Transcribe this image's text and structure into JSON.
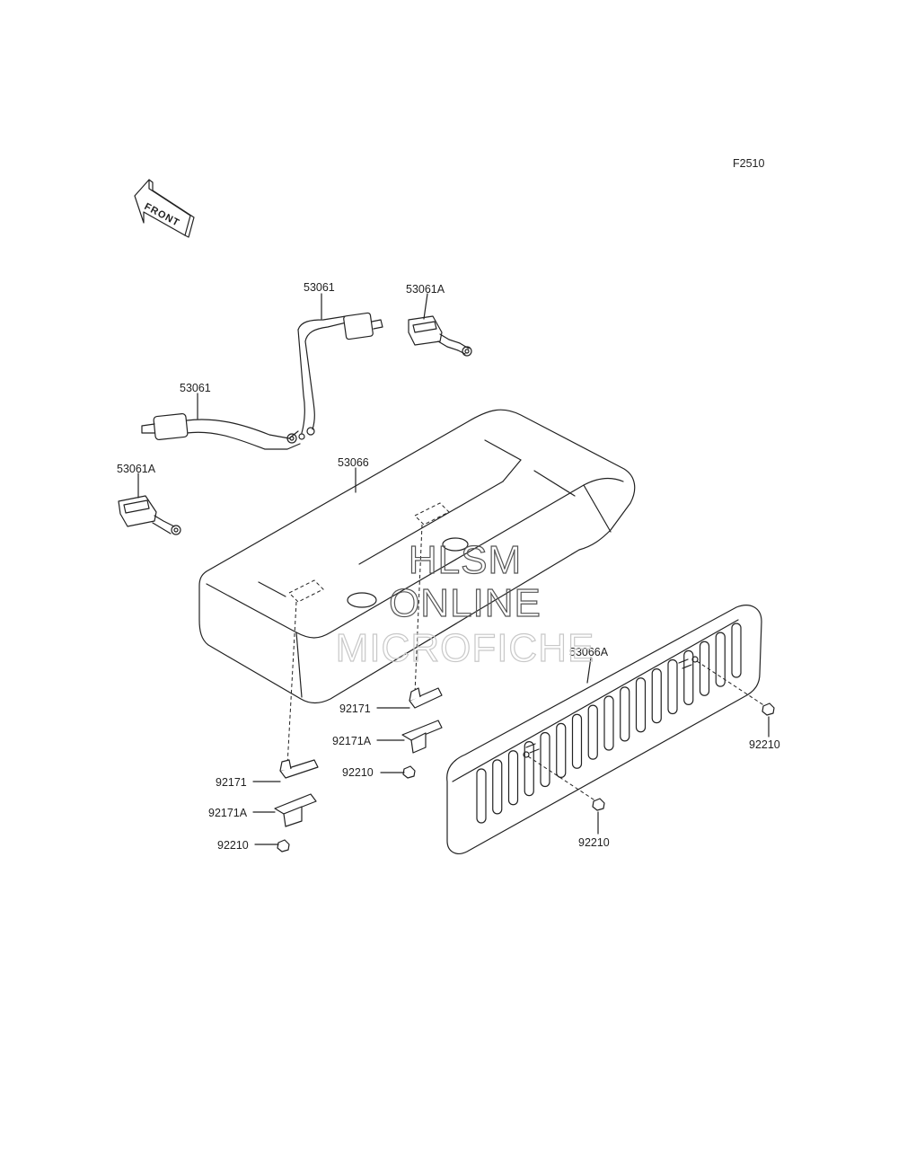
{
  "figure_code": "F2510",
  "front_marker": "FRONT",
  "watermark": {
    "line1": "HLSM",
    "line2": "ONLINE",
    "line3": "MICROFICHE"
  },
  "labels": {
    "belt_upper": "53061",
    "buckle_upper": "53061A",
    "belt_lower": "53061",
    "buckle_lower": "53061A",
    "seat": "53066",
    "backrest": "53066A",
    "bracket_right": "92171",
    "bracket_plate_right": "92171A",
    "nut_right": "92210",
    "bracket_left": "92171",
    "bracket_plate_left": "92171A",
    "nut_left": "92210",
    "nut_backrest_right": "92210",
    "nut_backrest_center": "92210"
  },
  "colors": {
    "line": "#222222",
    "background": "#ffffff"
  }
}
